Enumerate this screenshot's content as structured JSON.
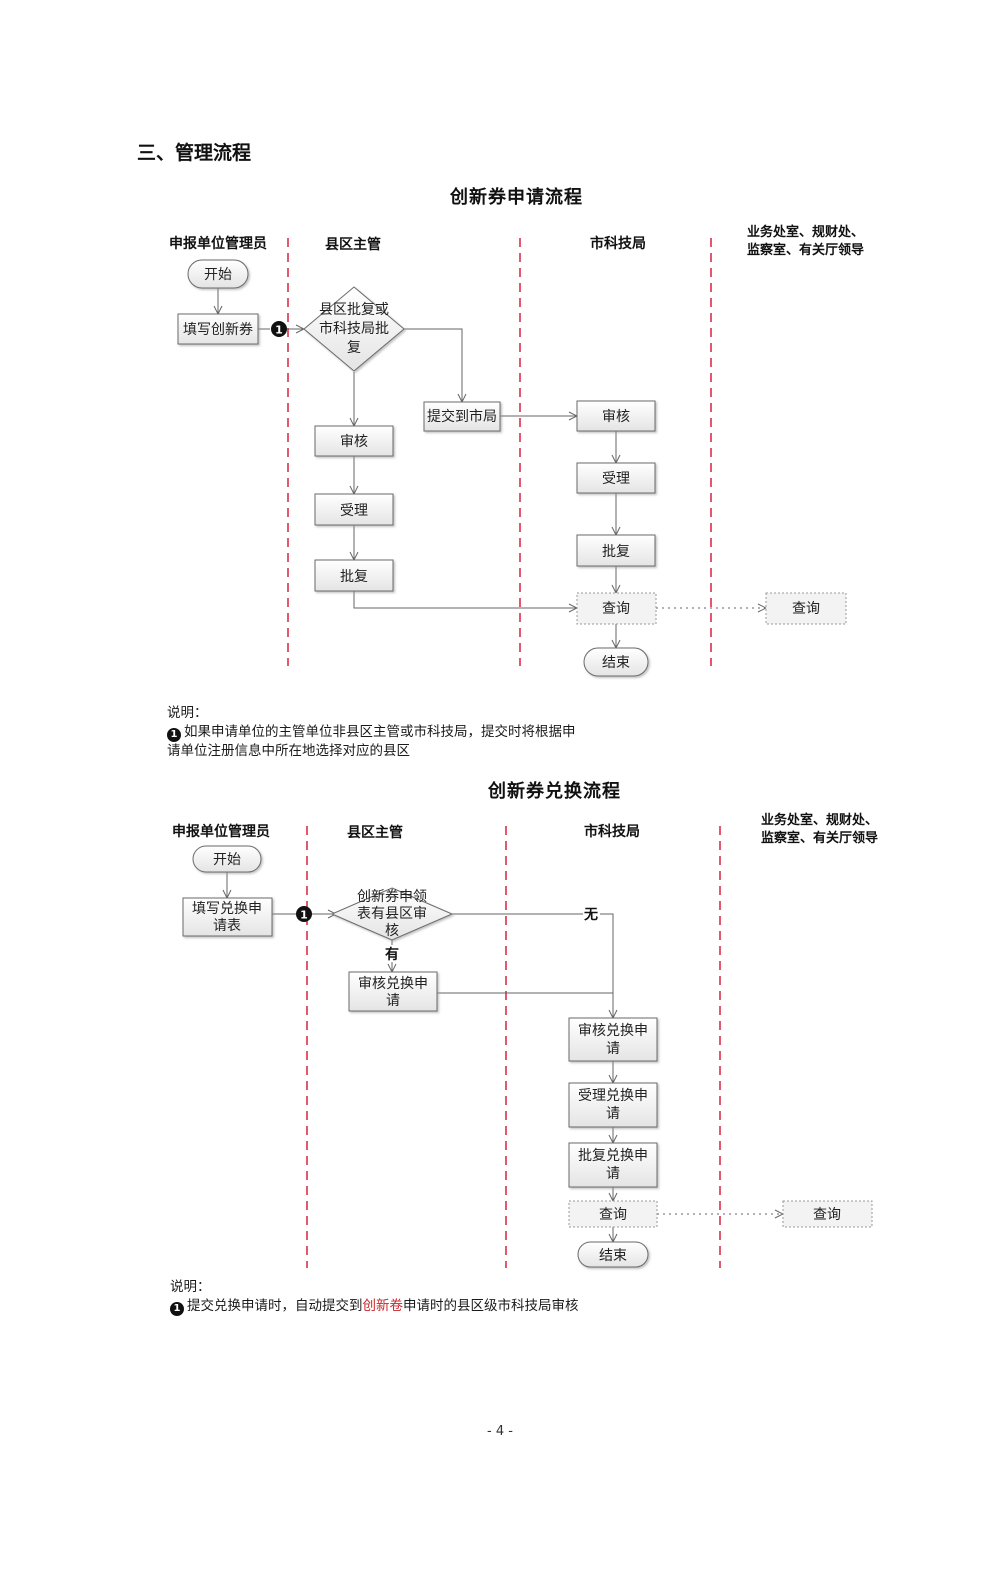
{
  "section_heading": "三、管理流程",
  "flow1": {
    "title": "创新券申请流程",
    "lanes": [
      "申报单位管理员",
      "县区主管",
      "市科技局",
      "业务处室、规财处、监察室、有关厅领导"
    ],
    "lane_multi": [
      "业务处室、规财处、",
      "监察室、有关厅领导"
    ],
    "nodes": {
      "start": "开始",
      "fill": "填写创新券",
      "decision": [
        "县区批复或",
        "市科技局批",
        "复"
      ],
      "submit": "提交到市局",
      "county_review": "审核",
      "county_accept": "受理",
      "county_approve": "批复",
      "city_review": "审核",
      "city_accept": "受理",
      "city_approve": "批复",
      "query": "查询",
      "query_leader": "查询",
      "end": "结束"
    },
    "marker": "1",
    "note_title": "说明：",
    "note_line1": "如果申请单位的主管单位非县区主管或市科技局，提交时将根据申",
    "note_line2": "请单位注册信息中所在地选择对应的县区"
  },
  "flow2": {
    "title": "创新券兑换流程",
    "lanes": [
      "申报单位管理员",
      "县区主管",
      "市科技局",
      "业务处室、规财处、监察室、有关厅领导"
    ],
    "lane_multi": [
      "业务处室、规财处、",
      "监察室、有关厅领导"
    ],
    "nodes": {
      "start": "开始",
      "fill": [
        "填写兑换申",
        "请表"
      ],
      "decision": [
        "创新券申领",
        "表有县区审",
        "核"
      ],
      "county_review": [
        "审核兑换申",
        "请"
      ],
      "city_review": [
        "审核兑换申",
        "请"
      ],
      "city_accept": [
        "受理兑换申",
        "请"
      ],
      "city_approve": [
        "批复兑换申",
        "请"
      ],
      "query": "查询",
      "query_leader": "查询",
      "end": "结束"
    },
    "branch_yes": "有",
    "branch_no": "无",
    "marker": "1",
    "note_title": "说明：",
    "note_pre": "提交兑换申请时，自动提交到",
    "note_highlight": "创新卷",
    "note_post": "申请时的县区级市科技局审核"
  },
  "colors": {
    "lane_divider": "#d9304a",
    "node_border": "#6b6b6b",
    "node_fill_top": "#ffffff",
    "node_fill_bottom": "#e6e6e6",
    "highlight_text": "#c8262a"
  },
  "page_number": "- 4 -"
}
